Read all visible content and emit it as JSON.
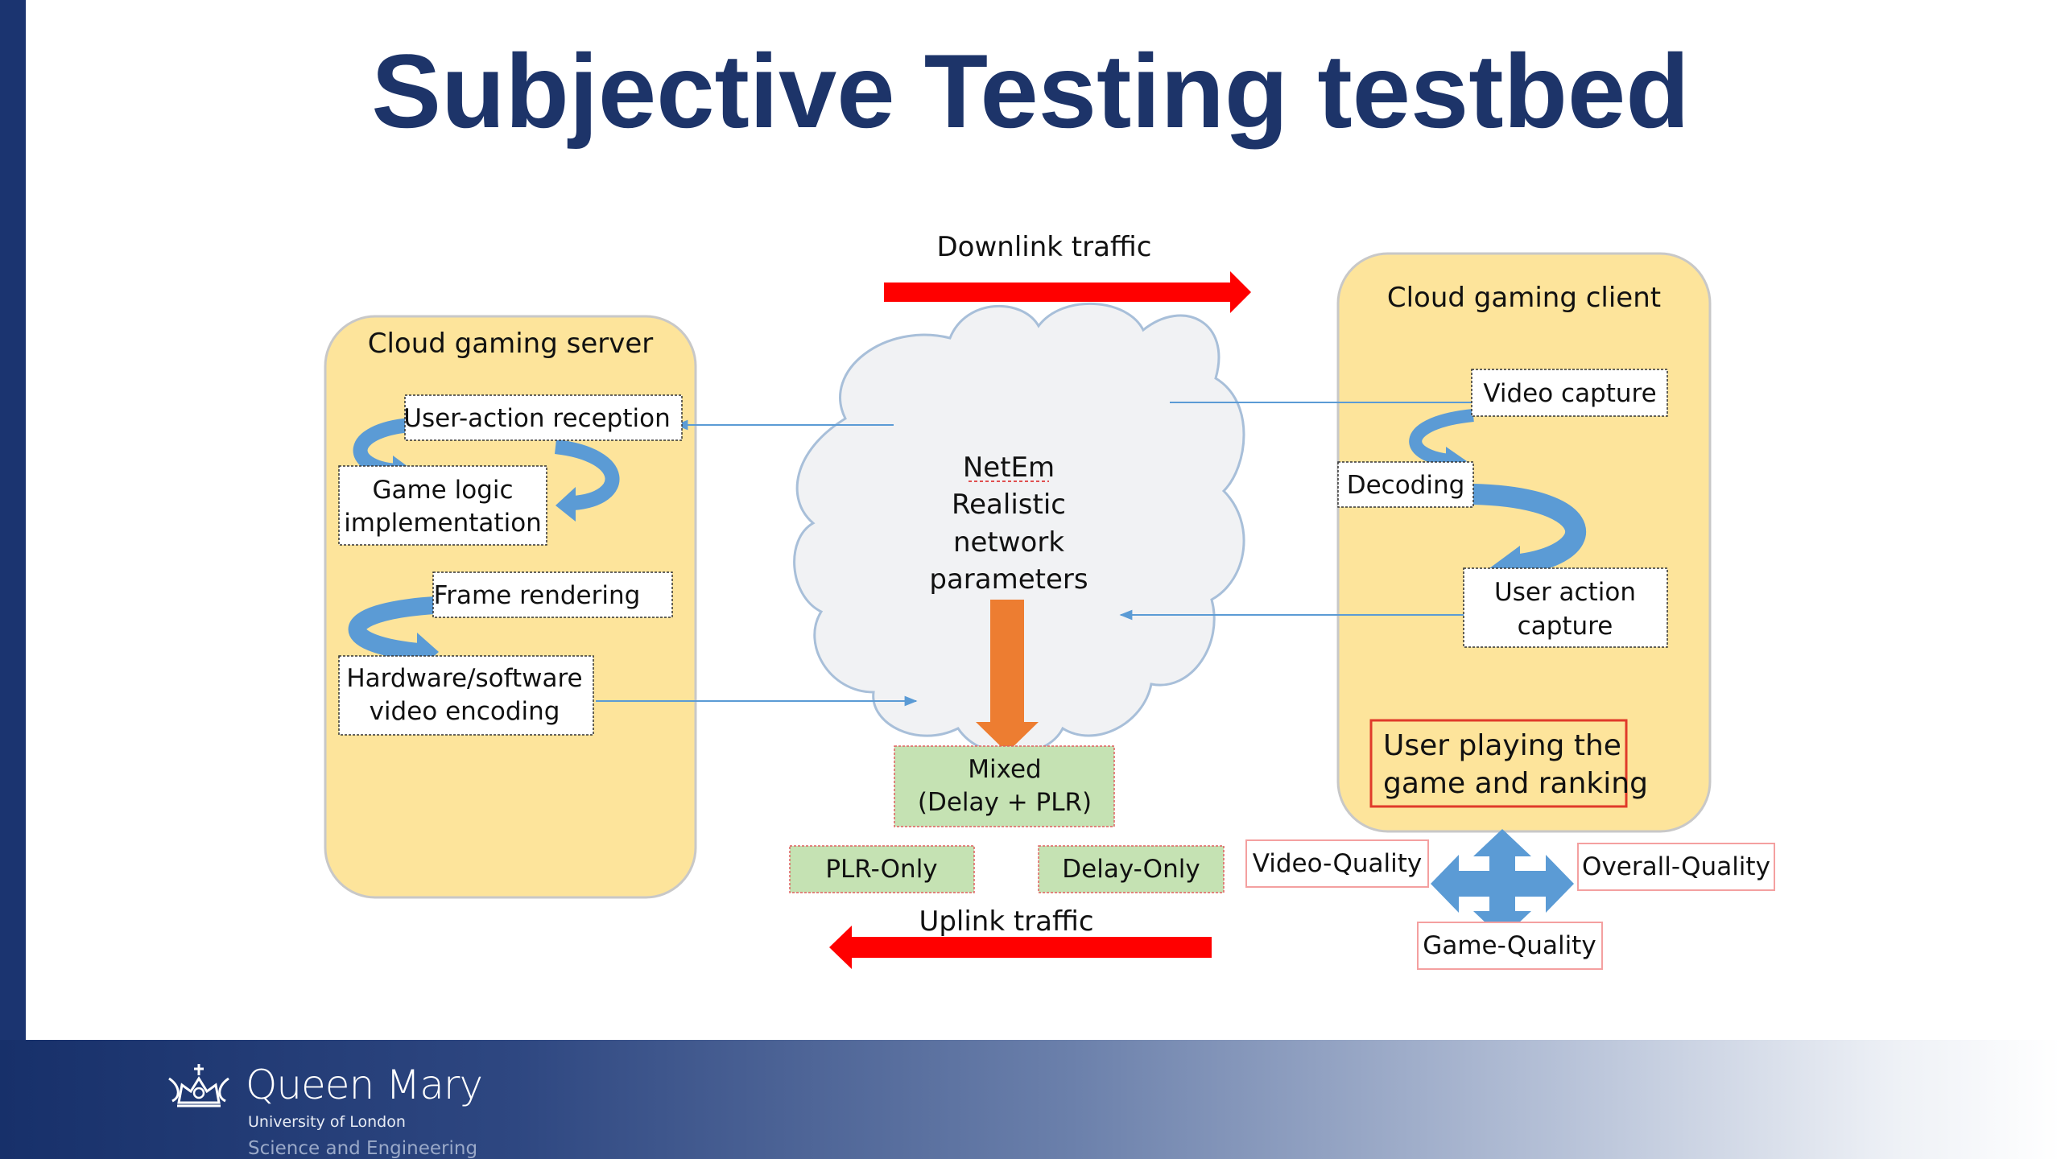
{
  "slide": {
    "title": "Subjective Testing testbed"
  },
  "server": {
    "title": "Cloud gaming server",
    "user_action_reception": "User-action reception",
    "game_logic_1": "Game logic",
    "game_logic_2": "implementation",
    "frame_rendering": "Frame rendering",
    "encoding_1": "Hardware/software",
    "encoding_2": "video encoding"
  },
  "network": {
    "downlink": "Downlink traffic",
    "uplink": "Uplink traffic",
    "cloud_line1": "NetEm",
    "cloud_line2": "Realistic",
    "cloud_line3": "network",
    "cloud_line4": "parameters",
    "mixed_1": "Mixed",
    "mixed_2": "(Delay + PLR)",
    "plr_only": "PLR-Only",
    "delay_only": "Delay-Only"
  },
  "client": {
    "title": "Cloud gaming client",
    "video_capture": "Video capture",
    "decoding": "Decoding",
    "user_action_1": "User action",
    "user_action_2": "capture",
    "user_playing_1": "User playing the",
    "user_playing_2": "game and ranking"
  },
  "quality": {
    "video": "Video-Quality",
    "overall": "Overall-Quality",
    "game": "Game-Quality"
  },
  "branding": {
    "name": "Queen Mary",
    "sub1": "University of London",
    "sub2": "Science and Engineering"
  },
  "colors": {
    "title": "#1d3469",
    "panel_fill": "#fde49b",
    "panel_stroke": "#b8b8b8",
    "arrow_red": "#ff0000",
    "arrow_orange": "#ed7d31",
    "arrow_blue": "#5b9bd5",
    "green_fill": "#c5e2b3",
    "pink_border": "#f4a0a0",
    "red_border": "#e03a2a"
  }
}
